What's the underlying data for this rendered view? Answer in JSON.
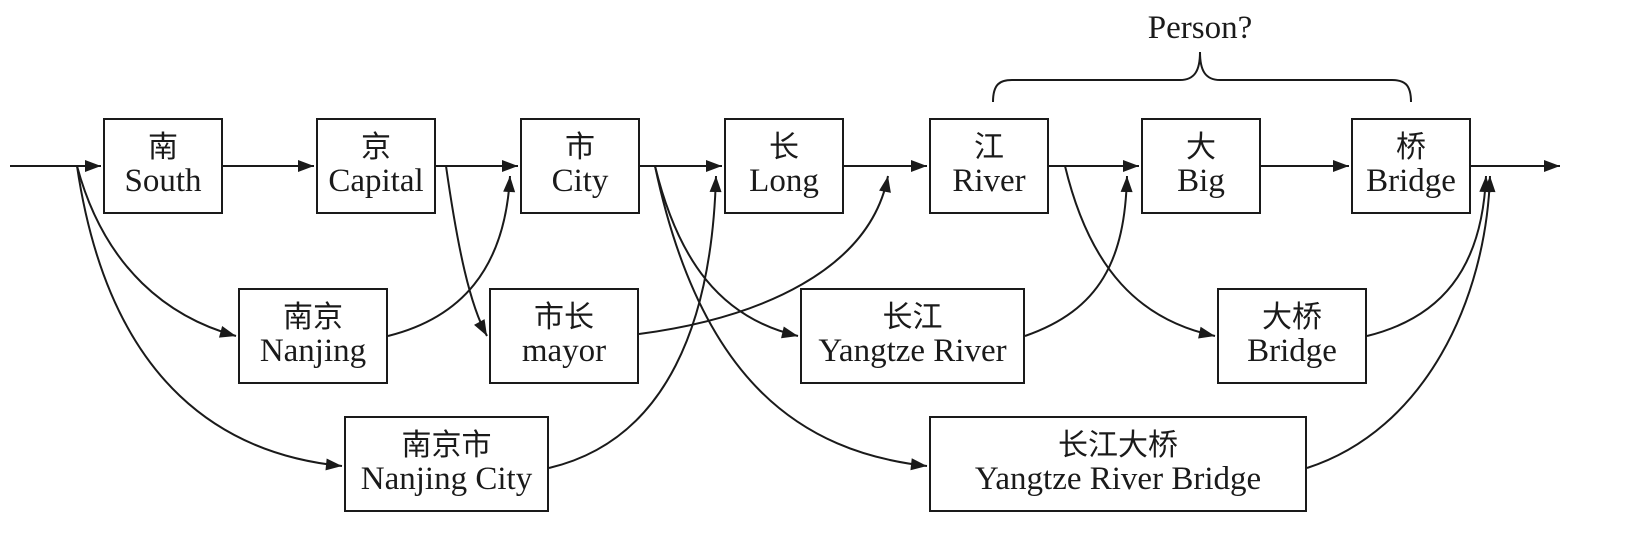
{
  "nodes": [
    {
      "id": "n1",
      "zh": "南",
      "en": "South"
    },
    {
      "id": "n2",
      "zh": "京",
      "en": "Capital"
    },
    {
      "id": "n3",
      "zh": "市",
      "en": "City"
    },
    {
      "id": "n4",
      "zh": "长",
      "en": "Long"
    },
    {
      "id": "n5",
      "zh": "江",
      "en": "River"
    },
    {
      "id": "n6",
      "zh": "大",
      "en": "Big"
    },
    {
      "id": "n7",
      "zh": "桥",
      "en": "Bridge"
    },
    {
      "id": "n8",
      "zh": "南京",
      "en": "Nanjing"
    },
    {
      "id": "n9",
      "zh": "市长",
      "en": "mayor"
    },
    {
      "id": "n10",
      "zh": "长江",
      "en": "Yangtze River"
    },
    {
      "id": "n11",
      "zh": "大桥",
      "en": "Bridge"
    },
    {
      "id": "n12",
      "zh": "南京市",
      "en": "Nanjing City"
    },
    {
      "id": "n13",
      "zh": "长江大桥",
      "en": "Yangtze River Bridge"
    }
  ],
  "annotation": {
    "label": "Person?"
  }
}
